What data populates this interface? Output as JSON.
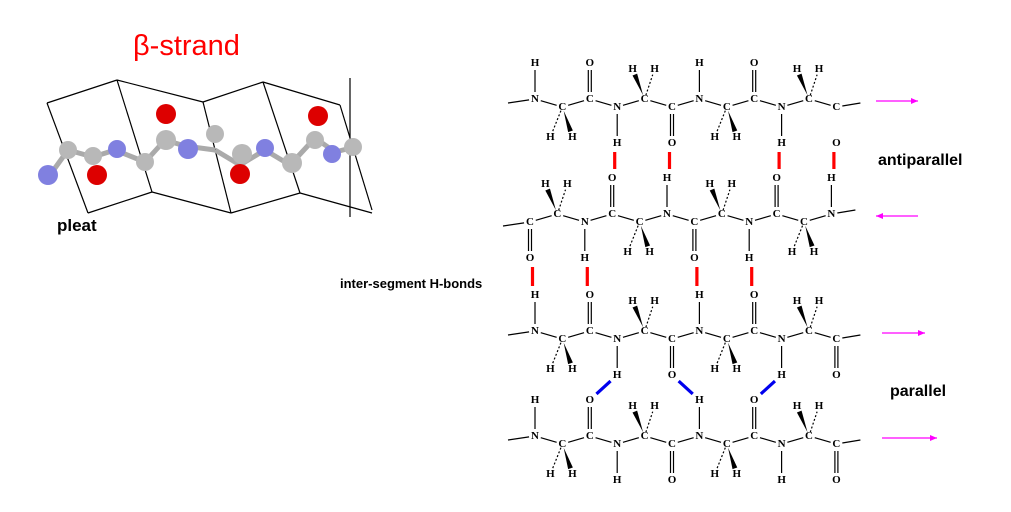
{
  "title": "β-strand",
  "labels": {
    "pleat": "pleat",
    "antiparallel": "antiparallel",
    "parallel": "parallel",
    "inter_segment": "inter-segment H-bonds"
  },
  "colors": {
    "title": "#ff0000",
    "oxygen": "#dd0000",
    "nitrogen": "#8080e0",
    "carbon": "#b8b8b8",
    "hbond_antiparallel": "#ff0000",
    "hbond_parallel": "#0000ee",
    "arrow": "#ff00ff"
  },
  "strands": [
    {
      "direction": "right",
      "atoms": [
        {
          "el": "N",
          "sub": "H",
          "dir": "up"
        },
        {
          "el": "C",
          "sub": "H2",
          "dir": "down"
        },
        {
          "el": "C",
          "sub": "O",
          "dir": "up"
        },
        {
          "el": "N",
          "sub": "H",
          "dir": "down"
        },
        {
          "el": "C",
          "sub": "H2",
          "dir": "up"
        },
        {
          "el": "C",
          "sub": "O",
          "dir": "down"
        },
        {
          "el": "N",
          "sub": "H",
          "dir": "up"
        },
        {
          "el": "C",
          "sub": "H2",
          "dir": "down"
        },
        {
          "el": "C",
          "sub": "O",
          "dir": "up"
        },
        {
          "el": "N",
          "sub": "H",
          "dir": "down"
        },
        {
          "el": "C",
          "sub": "H2",
          "dir": "up"
        },
        {
          "el": "C",
          "sub": "O",
          "dir": "down",
          "detached": true
        }
      ]
    },
    {
      "direction": "left",
      "atoms": [
        {
          "el": "C",
          "sub": "O",
          "dir": "down"
        },
        {
          "el": "C",
          "sub": "H2",
          "dir": "up"
        },
        {
          "el": "N",
          "sub": "H",
          "dir": "down"
        },
        {
          "el": "C",
          "sub": "O",
          "dir": "up"
        },
        {
          "el": "C",
          "sub": "H2",
          "dir": "down"
        },
        {
          "el": "N",
          "sub": "H",
          "dir": "up"
        },
        {
          "el": "C",
          "sub": "O",
          "dir": "down"
        },
        {
          "el": "C",
          "sub": "H2",
          "dir": "up"
        },
        {
          "el": "N",
          "sub": "H",
          "dir": "down"
        },
        {
          "el": "C",
          "sub": "O",
          "dir": "up"
        },
        {
          "el": "C",
          "sub": "H2",
          "dir": "down"
        },
        {
          "el": "N",
          "sub": "H",
          "dir": "up"
        }
      ]
    },
    {
      "direction": "right",
      "atoms": [
        {
          "el": "N",
          "sub": "H",
          "dir": "up"
        },
        {
          "el": "C",
          "sub": "H2",
          "dir": "down"
        },
        {
          "el": "C",
          "sub": "O",
          "dir": "up"
        },
        {
          "el": "N",
          "sub": "H",
          "dir": "down"
        },
        {
          "el": "C",
          "sub": "H2",
          "dir": "up"
        },
        {
          "el": "C",
          "sub": "O",
          "dir": "down"
        },
        {
          "el": "N",
          "sub": "H",
          "dir": "up"
        },
        {
          "el": "C",
          "sub": "H2",
          "dir": "down"
        },
        {
          "el": "C",
          "sub": "O",
          "dir": "up"
        },
        {
          "el": "N",
          "sub": "H",
          "dir": "down"
        },
        {
          "el": "C",
          "sub": "H2",
          "dir": "up"
        },
        {
          "el": "C",
          "sub": "O",
          "dir": "down"
        }
      ]
    },
    {
      "direction": "right",
      "atoms": [
        {
          "el": "N",
          "sub": "H",
          "dir": "up"
        },
        {
          "el": "C",
          "sub": "H2",
          "dir": "down"
        },
        {
          "el": "C",
          "sub": "O",
          "dir": "up"
        },
        {
          "el": "N",
          "sub": "H",
          "dir": "down"
        },
        {
          "el": "C",
          "sub": "H2",
          "dir": "up"
        },
        {
          "el": "C",
          "sub": "O",
          "dir": "down"
        },
        {
          "el": "N",
          "sub": "H",
          "dir": "up"
        },
        {
          "el": "C",
          "sub": "H2",
          "dir": "down"
        },
        {
          "el": "C",
          "sub": "O",
          "dir": "up"
        },
        {
          "el": "N",
          "sub": "H",
          "dir": "down"
        },
        {
          "el": "C",
          "sub": "H2",
          "dir": "up"
        },
        {
          "el": "C",
          "sub": "O",
          "dir": "down"
        }
      ]
    }
  ],
  "hbonds": [
    {
      "upper": [
        0,
        3
      ],
      "lower": [
        1,
        3
      ],
      "type": "antiparallel"
    },
    {
      "upper": [
        0,
        5
      ],
      "lower": [
        1,
        5
      ],
      "type": "antiparallel"
    },
    {
      "upper": [
        0,
        9
      ],
      "lower": [
        1,
        9
      ],
      "type": "antiparallel"
    },
    {
      "upper": [
        0,
        11
      ],
      "lower": [
        1,
        11
      ],
      "type": "antiparallel"
    },
    {
      "upper": [
        1,
        0
      ],
      "lower": [
        2,
        0
      ],
      "type": "antiparallel"
    },
    {
      "upper": [
        1,
        2
      ],
      "lower": [
        2,
        2
      ],
      "type": "antiparallel"
    },
    {
      "upper": [
        1,
        6
      ],
      "lower": [
        2,
        6
      ],
      "type": "antiparallel"
    },
    {
      "upper": [
        1,
        8
      ],
      "lower": [
        2,
        8
      ],
      "type": "antiparallel"
    },
    {
      "upper": [
        2,
        3
      ],
      "lower": [
        3,
        2
      ],
      "type": "parallel"
    },
    {
      "upper": [
        2,
        5
      ],
      "lower": [
        3,
        6
      ],
      "type": "parallel"
    },
    {
      "upper": [
        2,
        9
      ],
      "lower": [
        3,
        8
      ],
      "type": "parallel"
    }
  ],
  "model_atoms": [
    "N",
    "C",
    "C",
    "O",
    "N",
    "C",
    "C",
    "O",
    "N",
    "C",
    "C",
    "O",
    "N",
    "C",
    "C",
    "O",
    "N",
    "C"
  ]
}
